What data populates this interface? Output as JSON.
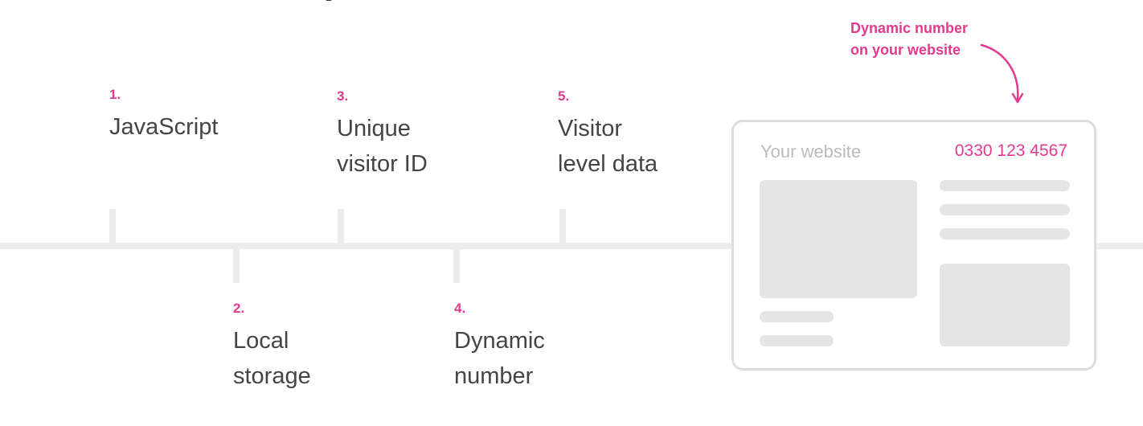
{
  "steps": [
    {
      "number": "1.",
      "label": "JavaScript"
    },
    {
      "number": "2.",
      "label": "Local\nstorage"
    },
    {
      "number": "3.",
      "label": "Unique\nvisitor ID"
    },
    {
      "number": "4.",
      "label": "Dynamic\nnumber"
    },
    {
      "number": "5.",
      "label": "Visitor\nlevel data"
    }
  ],
  "callout": {
    "text": "Dynamic number\non your website"
  },
  "website": {
    "title": "Your website",
    "phone": "0330 123 4567"
  },
  "colors": {
    "accent": "#e23a8f",
    "text": "#444444",
    "muted": "#bbbbbb",
    "placeholder": "#e5e5e5",
    "timeline": "#ececec"
  }
}
